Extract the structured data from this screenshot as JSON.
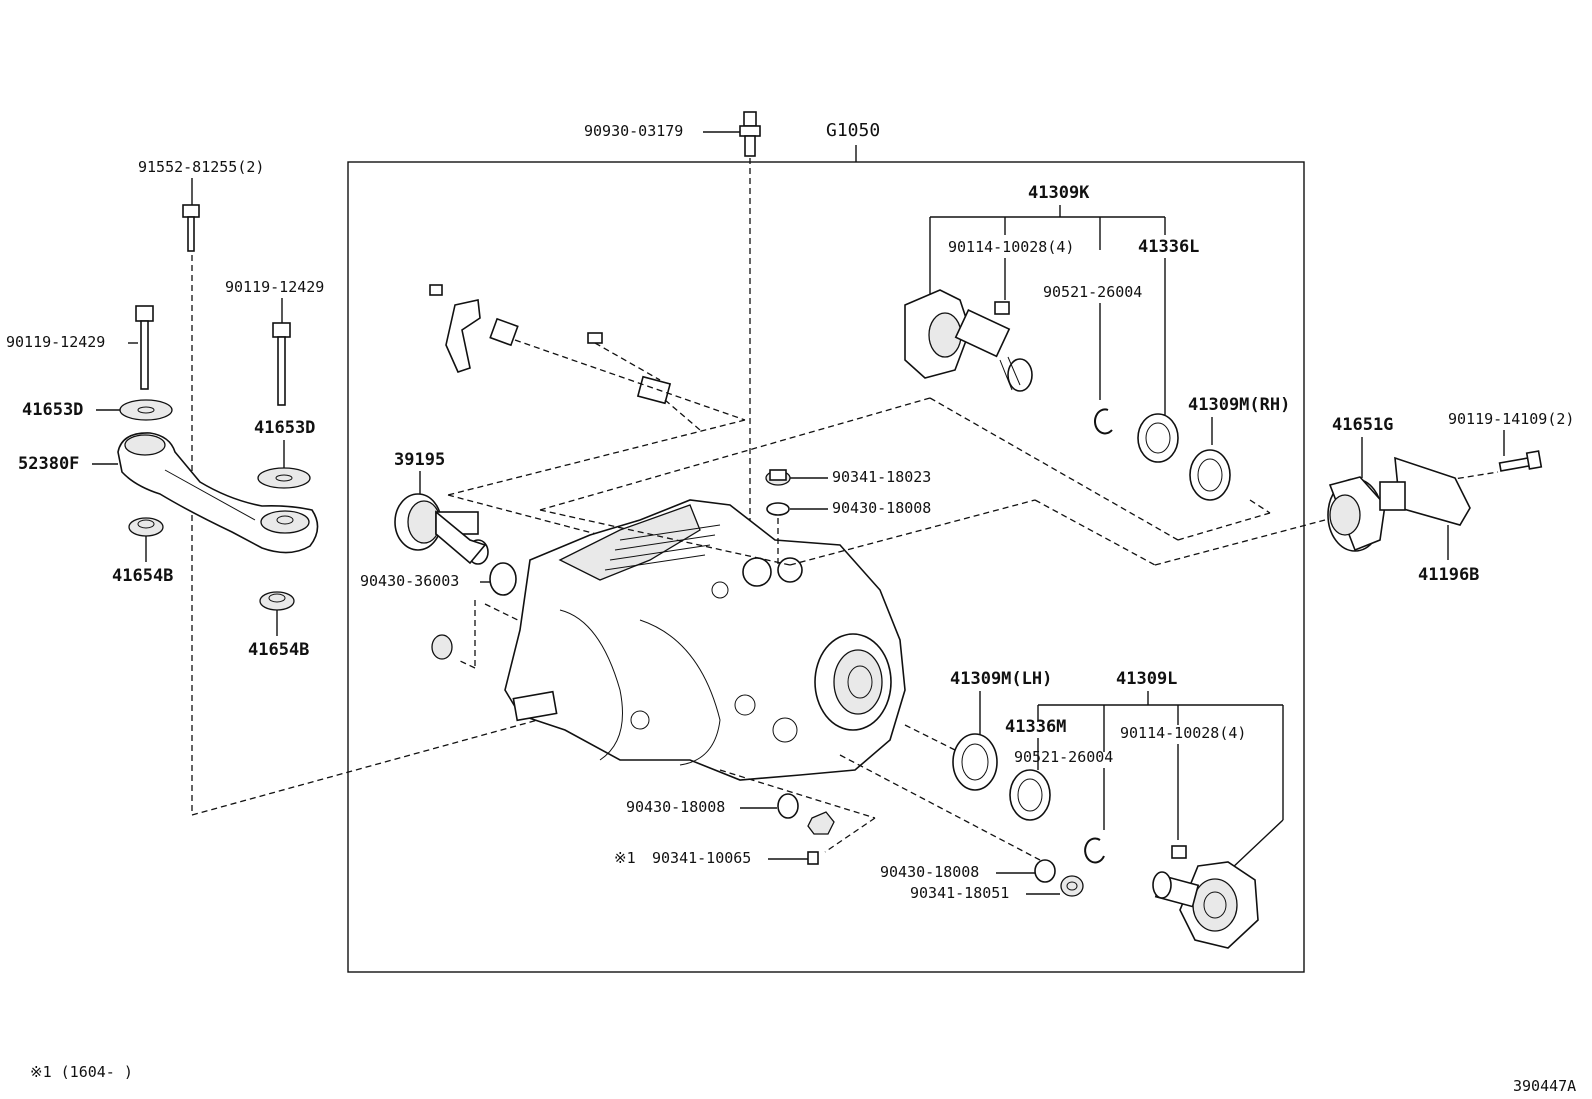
{
  "diagram": {
    "group_label": "G1050",
    "footnote_marker": "※1",
    "footnote_text": "※1 (1604-     )",
    "figure_id": "390447A",
    "parts": [
      {
        "id": "p_90930_03179",
        "label": "90930-03179"
      },
      {
        "id": "p_91552_81255",
        "label": "91552-81255(2)"
      },
      {
        "id": "p_90119_12429_a",
        "label": "90119-12429"
      },
      {
        "id": "p_90119_12429_b",
        "label": "90119-12429"
      },
      {
        "id": "p_41653D_a",
        "label": "41653D"
      },
      {
        "id": "p_41653D_b",
        "label": "41653D"
      },
      {
        "id": "p_52380F",
        "label": "52380F"
      },
      {
        "id": "p_41654B_a",
        "label": "41654B"
      },
      {
        "id": "p_41654B_b",
        "label": "41654B"
      },
      {
        "id": "p_39195",
        "label": "39195"
      },
      {
        "id": "p_90430_36003",
        "label": "90430-36003"
      },
      {
        "id": "p_41309K",
        "label": "41309K"
      },
      {
        "id": "p_90114_10028_a",
        "label": "90114-10028(4)"
      },
      {
        "id": "p_41336L",
        "label": "41336L"
      },
      {
        "id": "p_90521_26004_a",
        "label": "90521-26004"
      },
      {
        "id": "p_41309M_RH",
        "label": "41309M(RH)"
      },
      {
        "id": "p_90341_18023",
        "label": "90341-18023"
      },
      {
        "id": "p_90430_18008_a",
        "label": "90430-18008"
      },
      {
        "id": "p_41651G",
        "label": "41651G"
      },
      {
        "id": "p_90119_14109",
        "label": "90119-14109(2)"
      },
      {
        "id": "p_41196B",
        "label": "41196B"
      },
      {
        "id": "p_41309M_LH",
        "label": "41309M(LH)"
      },
      {
        "id": "p_41309L",
        "label": "41309L"
      },
      {
        "id": "p_41336M",
        "label": "41336M"
      },
      {
        "id": "p_90114_10028_b",
        "label": "90114-10028(4)"
      },
      {
        "id": "p_90521_26004_b",
        "label": "90521-26004"
      },
      {
        "id": "p_90430_18008_b",
        "label": "90430-18008"
      },
      {
        "id": "p_90341_10065",
        "label": "90341-10065"
      },
      {
        "id": "p_90430_18008_c",
        "label": "90430-18008"
      },
      {
        "id": "p_90341_18051",
        "label": "90341-18051"
      }
    ]
  }
}
